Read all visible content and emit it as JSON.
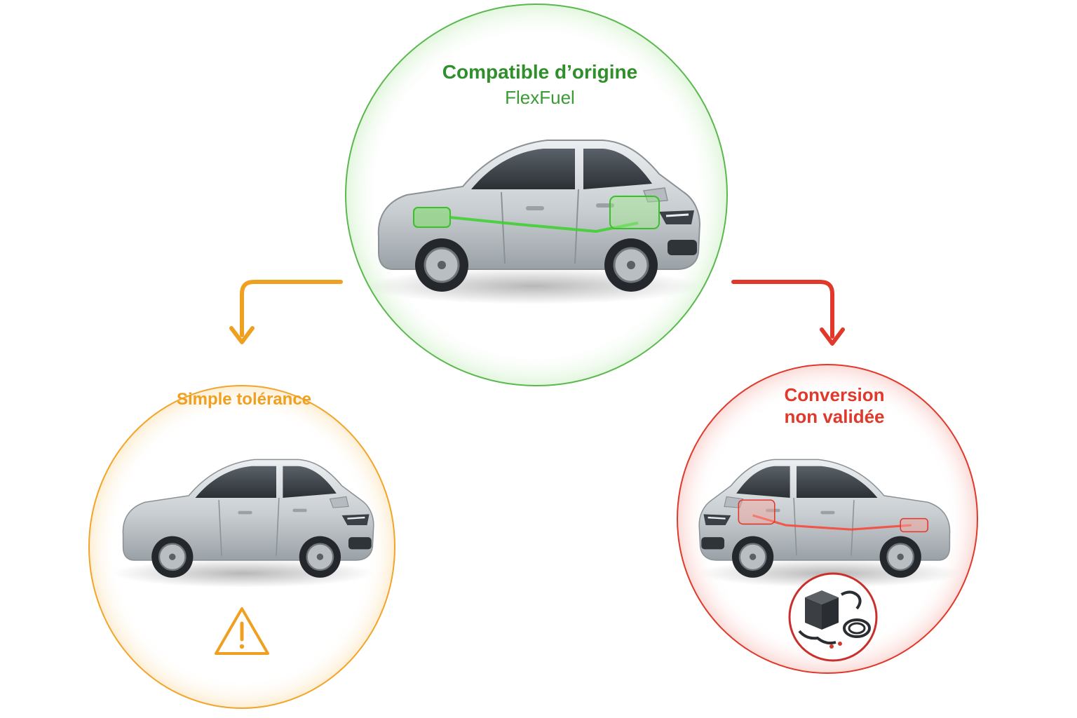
{
  "nodes": {
    "origin": {
      "title": "Compatible d’origine",
      "subtitle": "FlexFuel",
      "color": "#3aa335",
      "icon": "car-with-flexfuel-kit-icon"
    },
    "tolerance": {
      "title": "Simple tolérance",
      "color": "#f0a020",
      "icon": "car-icon",
      "badge_icon": "warning-triangle-icon"
    },
    "conversion": {
      "title_line1": "Conversion",
      "title_line2": "non validée",
      "color": "#e0392b",
      "icon": "car-with-conversion-kit-icon",
      "badge_icon": "conversion-kit-box-icon"
    }
  },
  "arrows": {
    "left_color": "#f0a020",
    "right_color": "#e0392b"
  }
}
